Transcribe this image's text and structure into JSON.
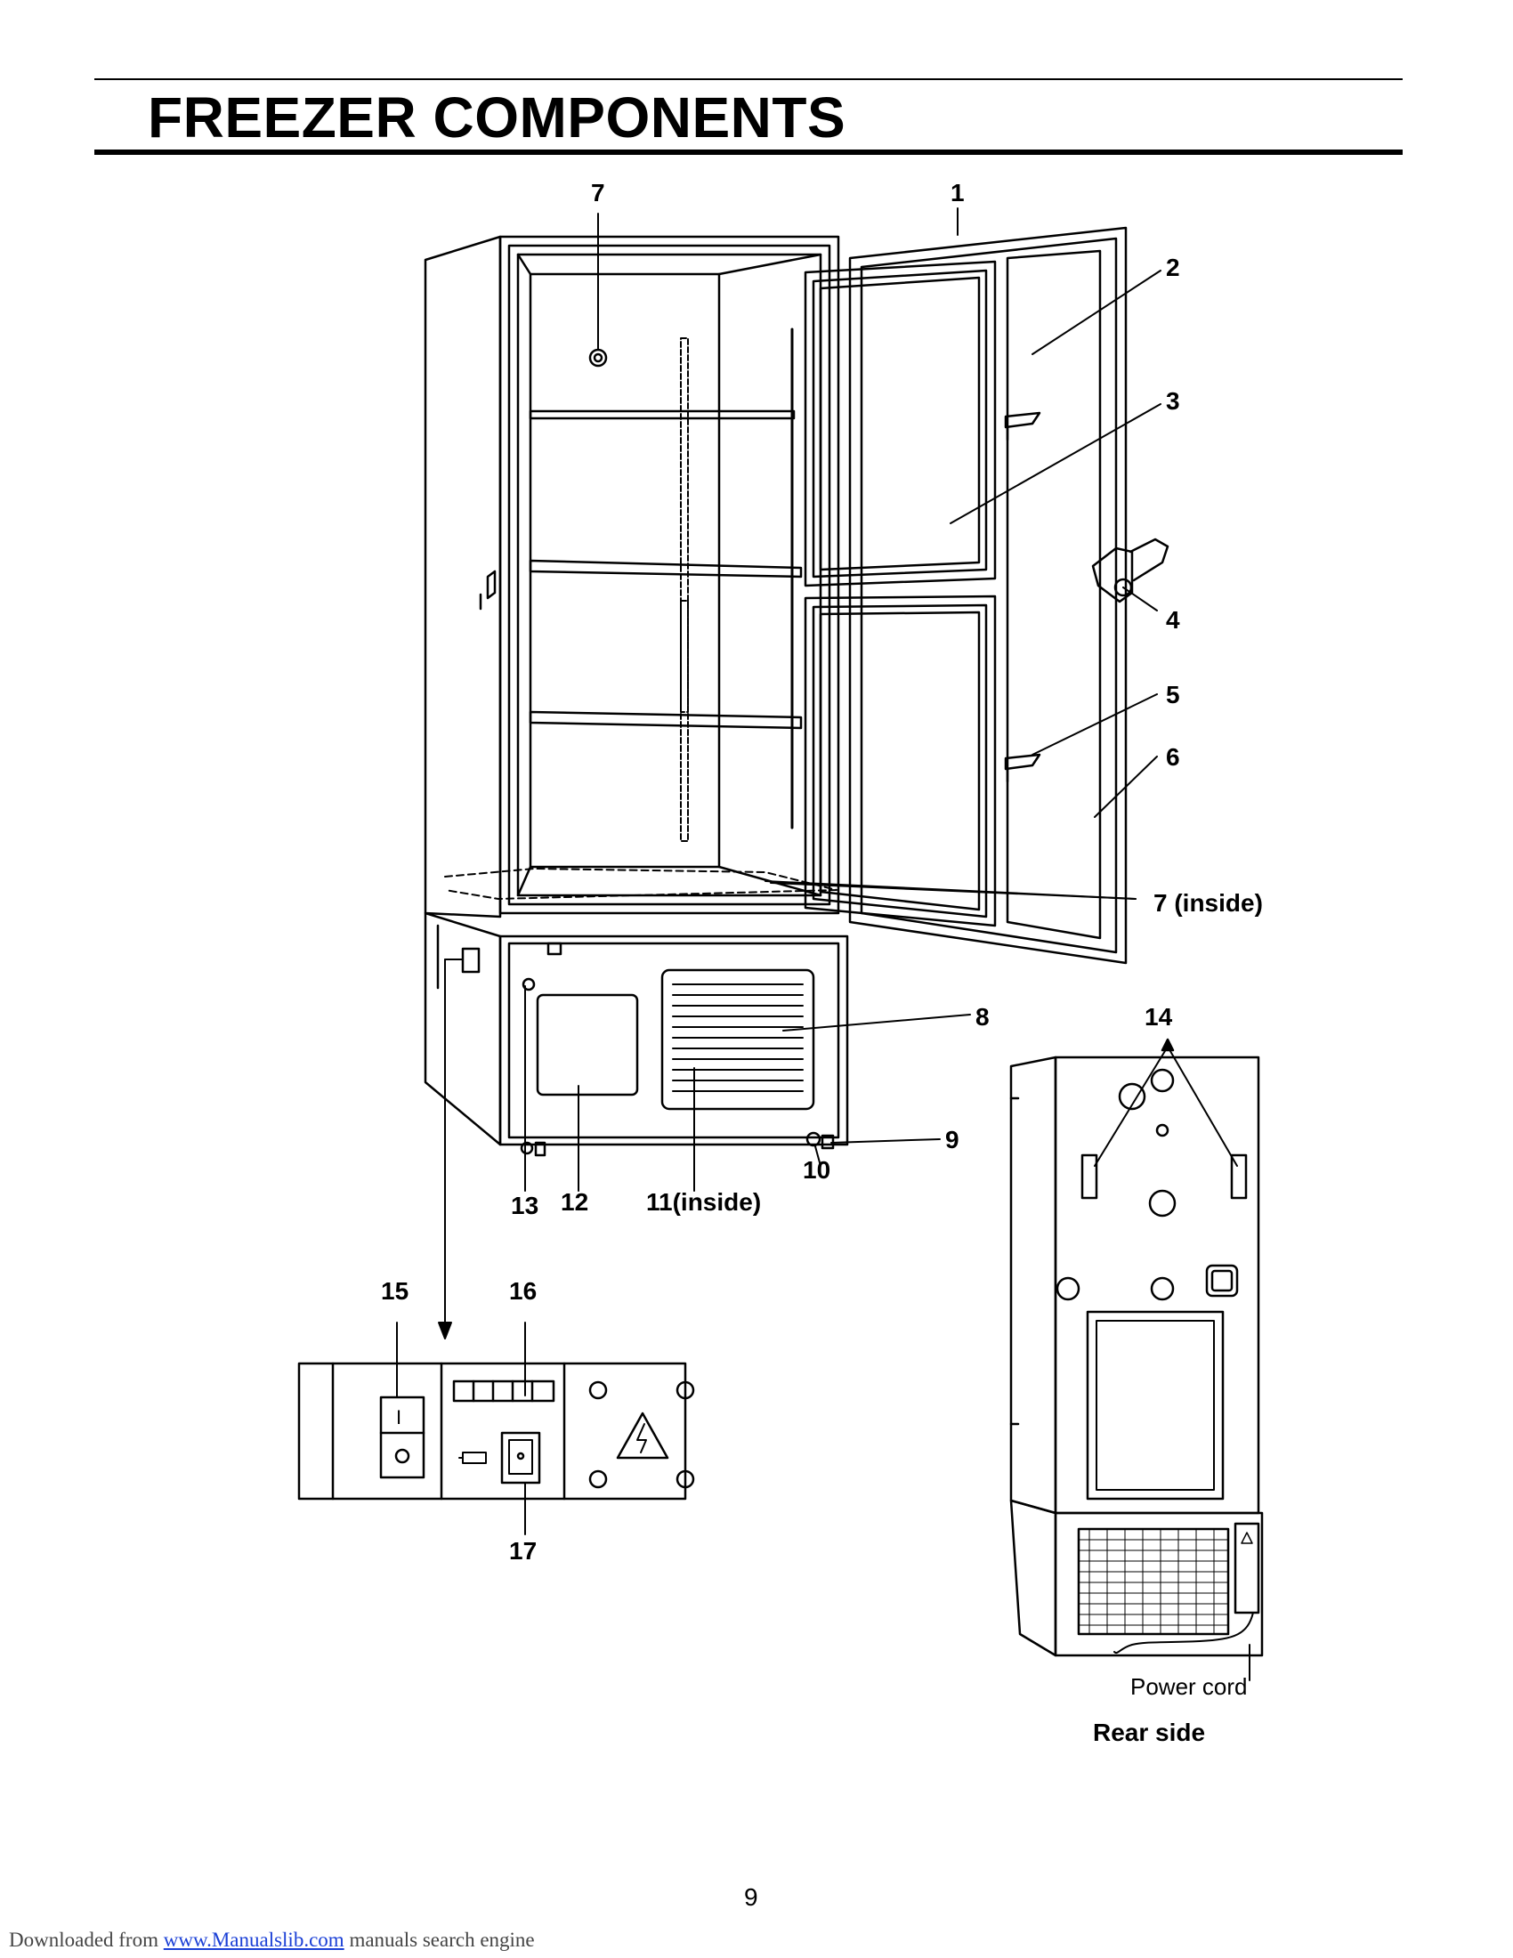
{
  "page": {
    "title": "FREEZER COMPONENTS",
    "page_number": "9"
  },
  "labels": {
    "l1": "1",
    "l2": "2",
    "l3": "3",
    "l4": "4",
    "l5": "5",
    "l6": "6",
    "l7": "7",
    "l7_inside": "7 (inside)",
    "l8": "8",
    "l9": "9",
    "l10": "10",
    "l11": "11(inside)",
    "l12": "12",
    "l13": "13",
    "l14": "14",
    "l15": "15",
    "l16": "16",
    "l17": "17",
    "power_cord": "Power cord",
    "rear_side": "Rear side"
  },
  "panel": {
    "switch_on_mark": "I"
  },
  "footer": {
    "prefix": "Downloaded from ",
    "link_text": "www.Manualslib.com",
    "suffix": " manuals search engine"
  }
}
